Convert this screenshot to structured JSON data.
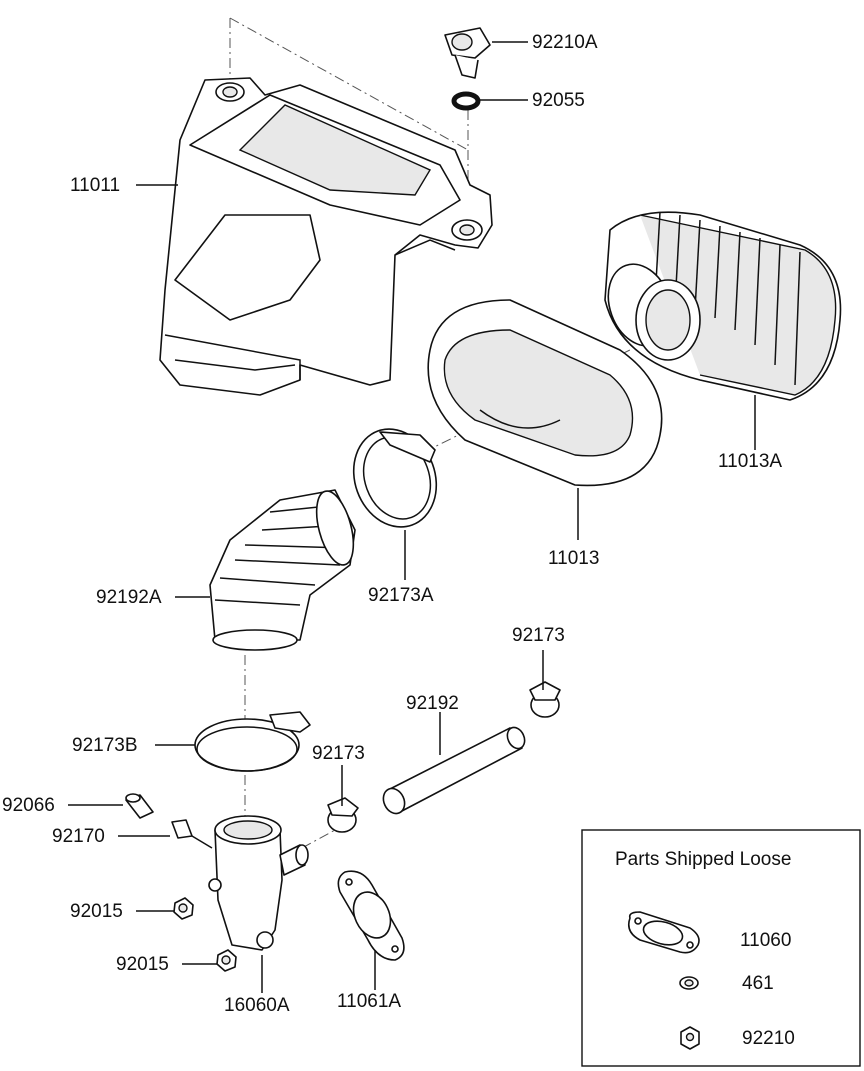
{
  "labels": {
    "p92210A": "92210A",
    "p92055": "92055",
    "p11011": "11011",
    "p11013A": "11013A",
    "p11013": "11013",
    "p92173A": "92173A",
    "p92192A": "92192A",
    "p92173_top": "92173",
    "p92192": "92192",
    "p92173B": "92173B",
    "p92173_mid": "92173",
    "p92066": "92066",
    "p92170": "92170",
    "p92015_a": "92015",
    "p92015_b": "92015",
    "p16060A": "16060A",
    "p11061A": "11061A",
    "p11060": "11060",
    "p461": "461",
    "p92210": "92210"
  },
  "loose_box": {
    "title": "Parts Shipped Loose"
  },
  "colors": {
    "line": "#111111",
    "background": "#ffffff"
  }
}
